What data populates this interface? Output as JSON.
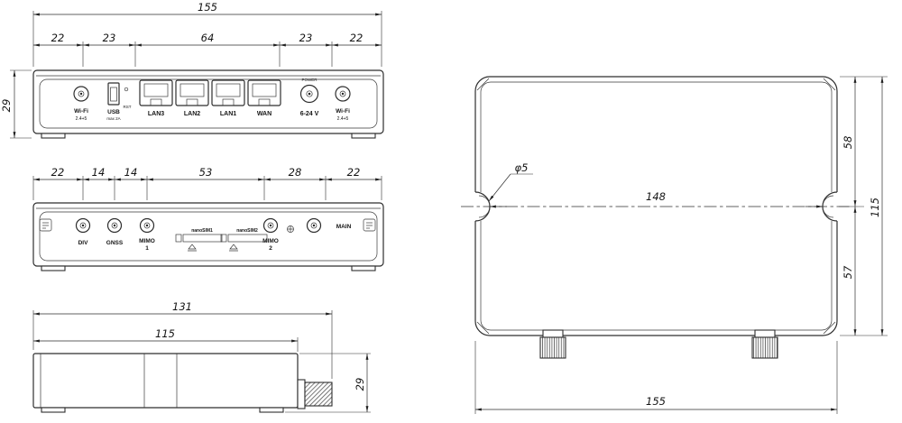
{
  "front_view": {
    "dims": {
      "total": "155",
      "seg": [
        "22",
        "23",
        "64",
        "23",
        "22"
      ],
      "height": "29"
    },
    "wifi_left": {
      "label": "Wi-Fi",
      "sub": "2.4+5"
    },
    "usb": {
      "label": "USB",
      "sub": "max 2A"
    },
    "rst_label": "RST",
    "eth_labels": [
      "LAN3",
      "LAN2",
      "LAN1",
      "WAN"
    ],
    "power": {
      "top_label": "POWER",
      "label": "6-24 V"
    },
    "wifi_right": {
      "label": "Wi-Fi",
      "sub": "2.4+5"
    }
  },
  "rear_view": {
    "dims": {
      "seg": [
        "22",
        "14",
        "14",
        "53",
        "28",
        "22"
      ]
    },
    "div_label": "DIV",
    "gnss_label": "GNSS",
    "mimo1": {
      "label": "MIMO",
      "num": "1"
    },
    "sim1_label": "nanoSIM1",
    "sim2_label": "nanoSIM2",
    "mimo2": {
      "label": "MIMO",
      "num": "2"
    },
    "main_label": "MAIN"
  },
  "side_view": {
    "dims": {
      "total": "131",
      "body": "115",
      "height": "29"
    }
  },
  "top_view": {
    "dims": {
      "upper": "58",
      "lower": "57",
      "height": "115",
      "between_holes": "148",
      "width": "155"
    },
    "hole_label": "φ5"
  }
}
